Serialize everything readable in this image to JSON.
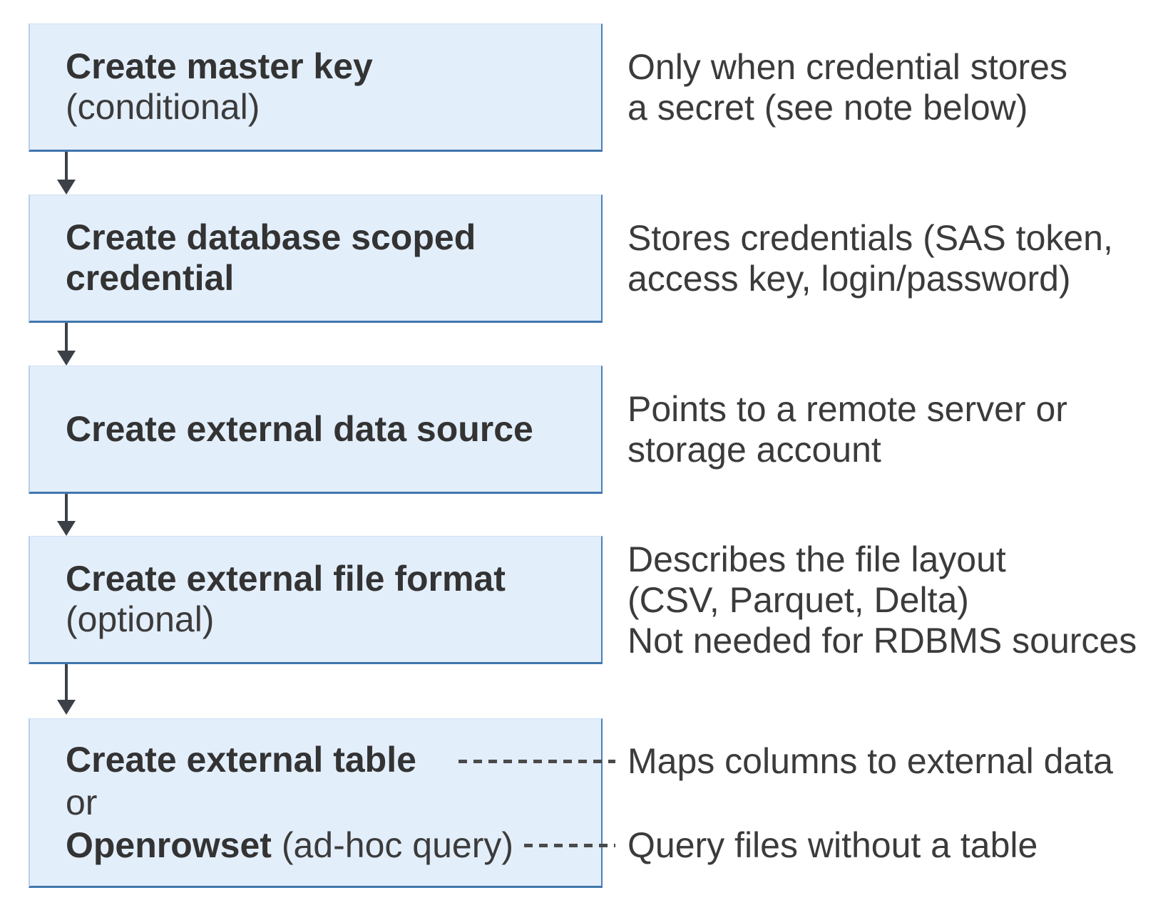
{
  "diagram": {
    "steps": [
      {
        "title_bold": "Create master key",
        "title_suffix": "(conditional)",
        "description": "Only when credential stores\na secret (see note below)"
      },
      {
        "title_bold": "Create database scoped credential",
        "description": "Stores credentials (SAS token,\naccess key, login/password)"
      },
      {
        "title_bold": "Create external data source",
        "description": "Points to a remote server or\nstorage account"
      },
      {
        "title_bold": "Create external file format",
        "title_suffix": "(optional)",
        "description": "Describes the file layout\n(CSV, Parquet, Delta)\nNot needed for RDBMS sources"
      },
      {
        "line1_bold": "Create external table",
        "line2": "or",
        "line3_bold": "Openrowset",
        "line3_suffix": " (ad-hoc query)",
        "annotation1": "Maps columns to external data",
        "annotation2": "Query files without a table"
      }
    ],
    "colors": {
      "box_fill": "#e3eefb",
      "box_border_dark": "#3f76ad",
      "box_border_light": "#cfe0f4",
      "arrow": "#3c4148",
      "dash": "#4a4a4a",
      "text": "#3b3b3b"
    }
  }
}
